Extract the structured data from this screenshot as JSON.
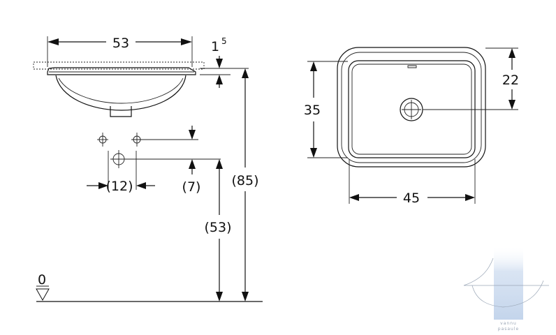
{
  "side_view": {
    "width_label": "53",
    "rim_label_main": "1",
    "rim_label_sup": "5"
  },
  "tap_holes": {
    "spacing_label": "(12)",
    "offset_label": "(7)"
  },
  "heights": {
    "total_label": "(85)",
    "lower_label": "(53)",
    "floor_label": "0"
  },
  "top_view": {
    "depth_label": "35",
    "drain_offset_label": "22",
    "inner_width_label": "45"
  },
  "watermark": {
    "text_line1": "vannu",
    "text_line2": "pasaule"
  }
}
